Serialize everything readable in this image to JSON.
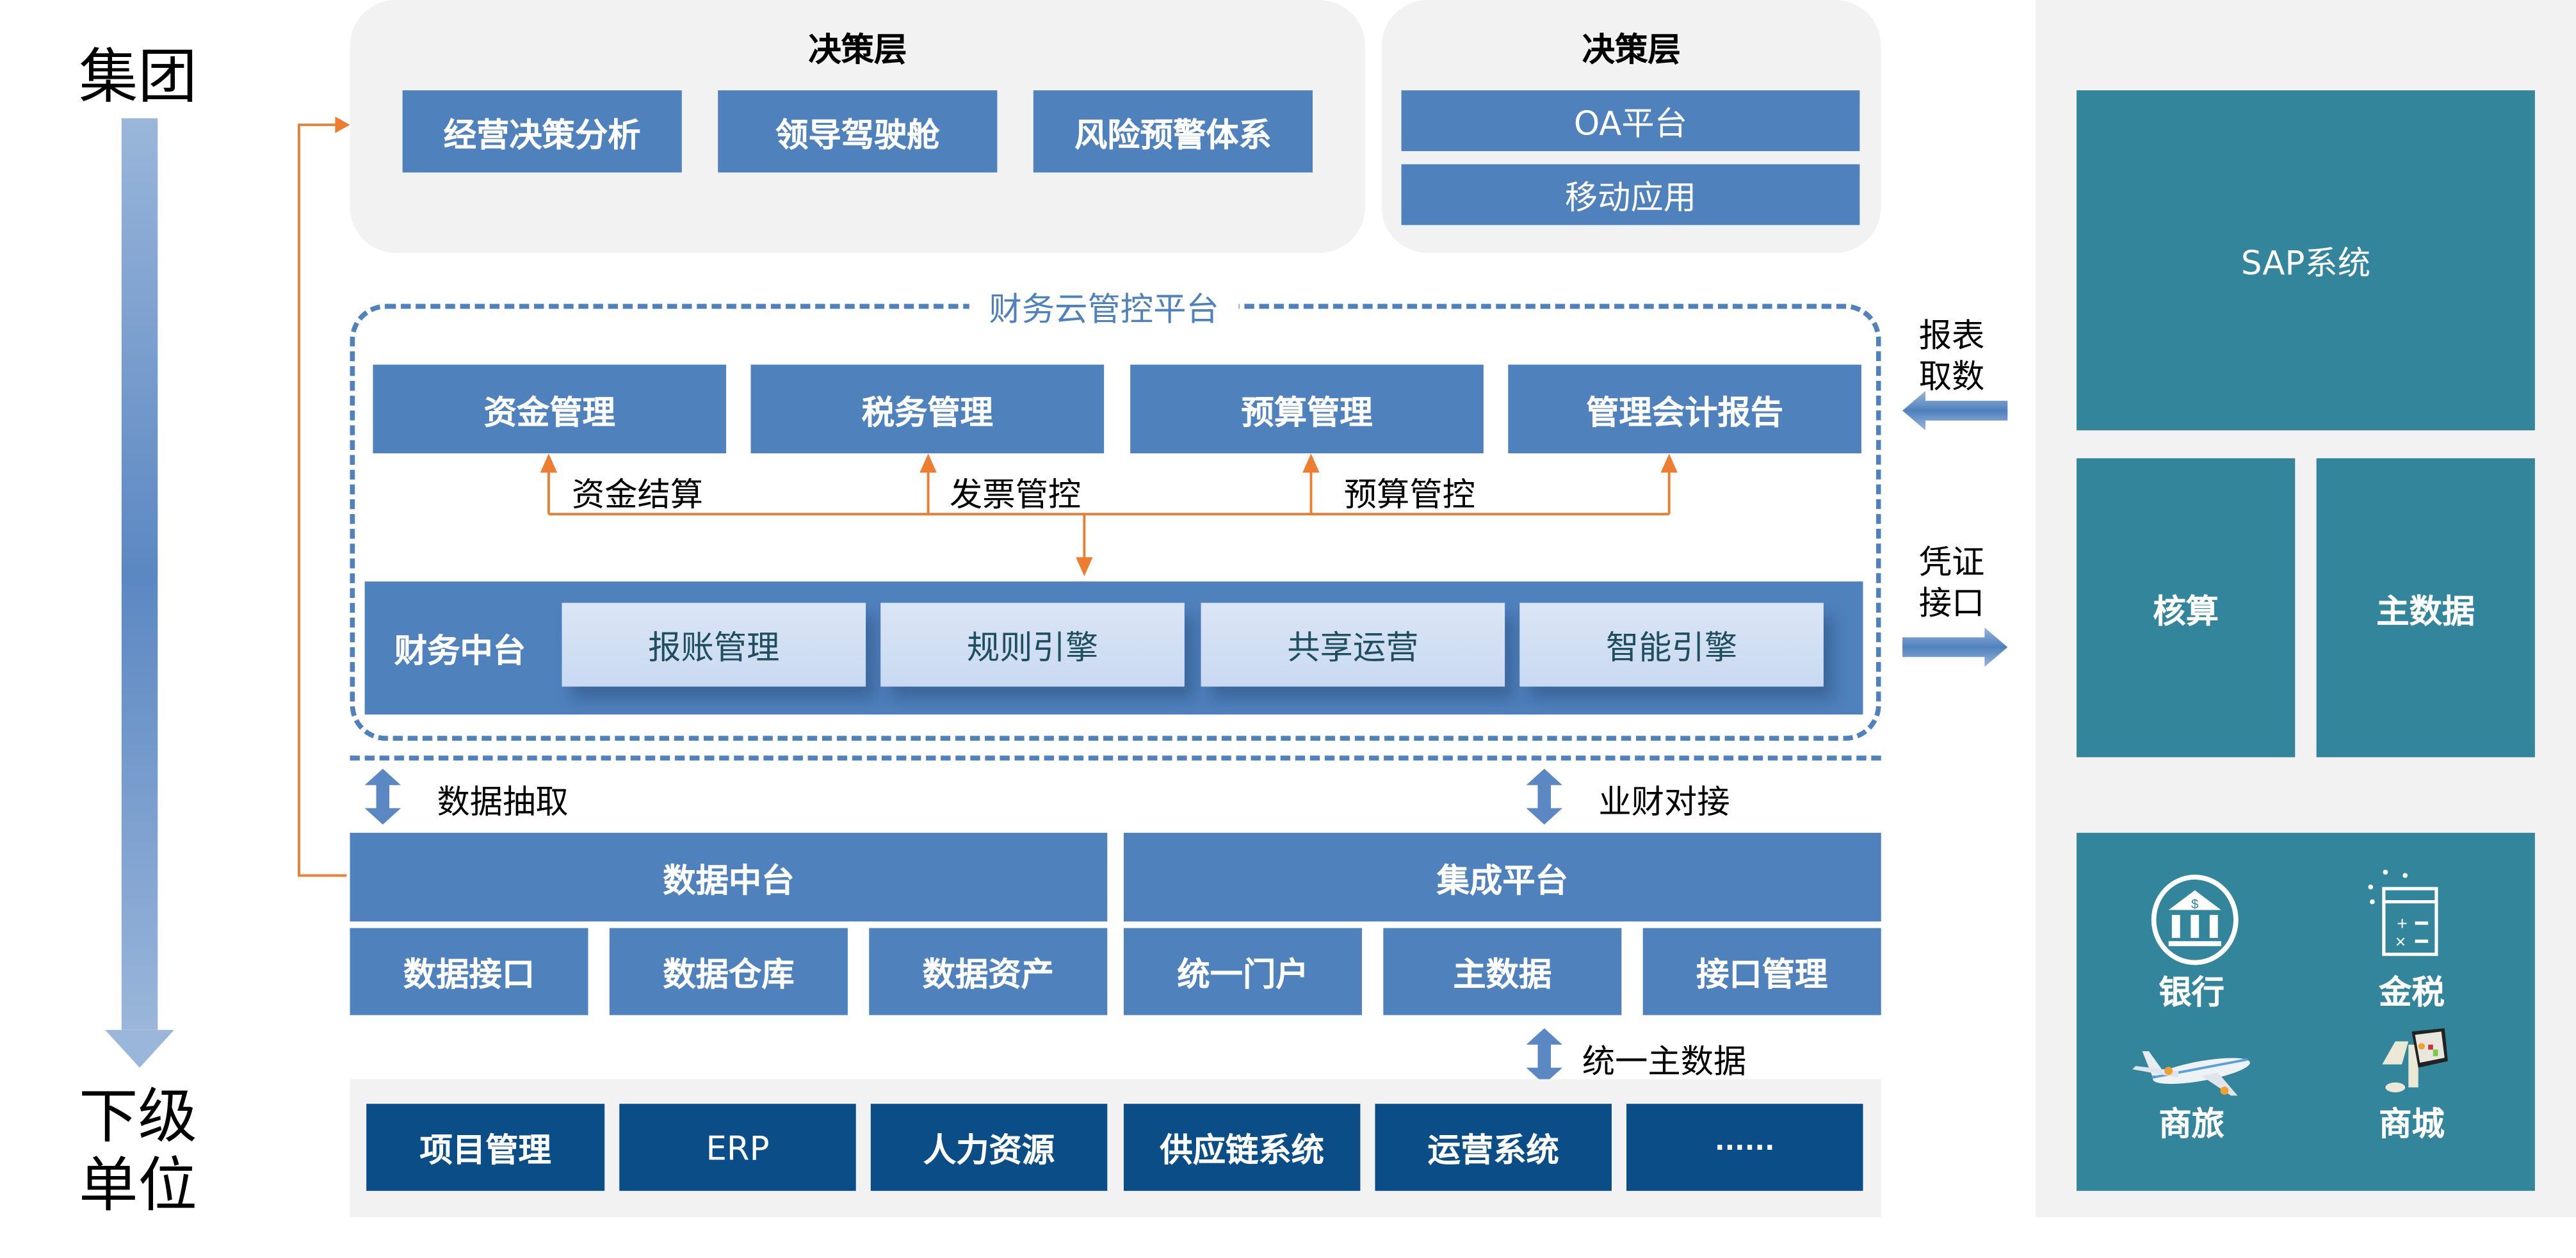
{
  "colors": {
    "primary": "#4f81bd",
    "dark": "#0b4d87",
    "teal": "#32859b",
    "accent": "#ed7d31",
    "panel": "#f2f2f2",
    "light_box": "#dbe6f6"
  },
  "side_axis": {
    "top_label": "集团",
    "bottom_label_line1": "下级",
    "bottom_label_line2": "单位"
  },
  "decision_left": {
    "title": "决策层",
    "items": [
      "经营决策分析",
      "领导驾驶舱",
      "风险预警体系"
    ]
  },
  "decision_right": {
    "title": "决策层",
    "items": [
      "OA平台",
      "移动应用"
    ]
  },
  "finance_cloud": {
    "title": "财务云管控平台",
    "modules": [
      "资金管理",
      "税务管理",
      "预算管理",
      "管理会计报告"
    ],
    "flows": [
      "资金结算",
      "发票管控",
      "预算管控"
    ],
    "middle_label": "财务中台",
    "middle_items": [
      "报账管理",
      "规则引擎",
      "共享运营",
      "智能引擎"
    ]
  },
  "connectors": {
    "left": "数据抽取",
    "right": "业财对接",
    "bottom": "统一主数据"
  },
  "data_platform": {
    "title": "数据中台",
    "items": [
      "数据接口",
      "数据仓库",
      "数据资产"
    ]
  },
  "integration_platform": {
    "title": "集成平台",
    "items": [
      "统一门户",
      "主数据",
      "接口管理"
    ]
  },
  "business_systems": {
    "items": [
      "项目管理",
      "ERP",
      "人力资源",
      "供应链系统",
      "运营系统",
      "······"
    ]
  },
  "side_arrows": {
    "report": {
      "line1": "报表",
      "line2": "取数"
    },
    "voucher": {
      "line1": "凭证",
      "line2": "接口"
    }
  },
  "external": {
    "sap": "SAP系统",
    "accounting": "核算",
    "master_data": "主数据",
    "services": [
      {
        "label": "银行",
        "icon": "bank-icon"
      },
      {
        "label": "金税",
        "icon": "calculator-icon"
      },
      {
        "label": "商旅",
        "icon": "airplane-icon"
      },
      {
        "label": "商城",
        "icon": "pos-terminal-icon"
      }
    ]
  }
}
